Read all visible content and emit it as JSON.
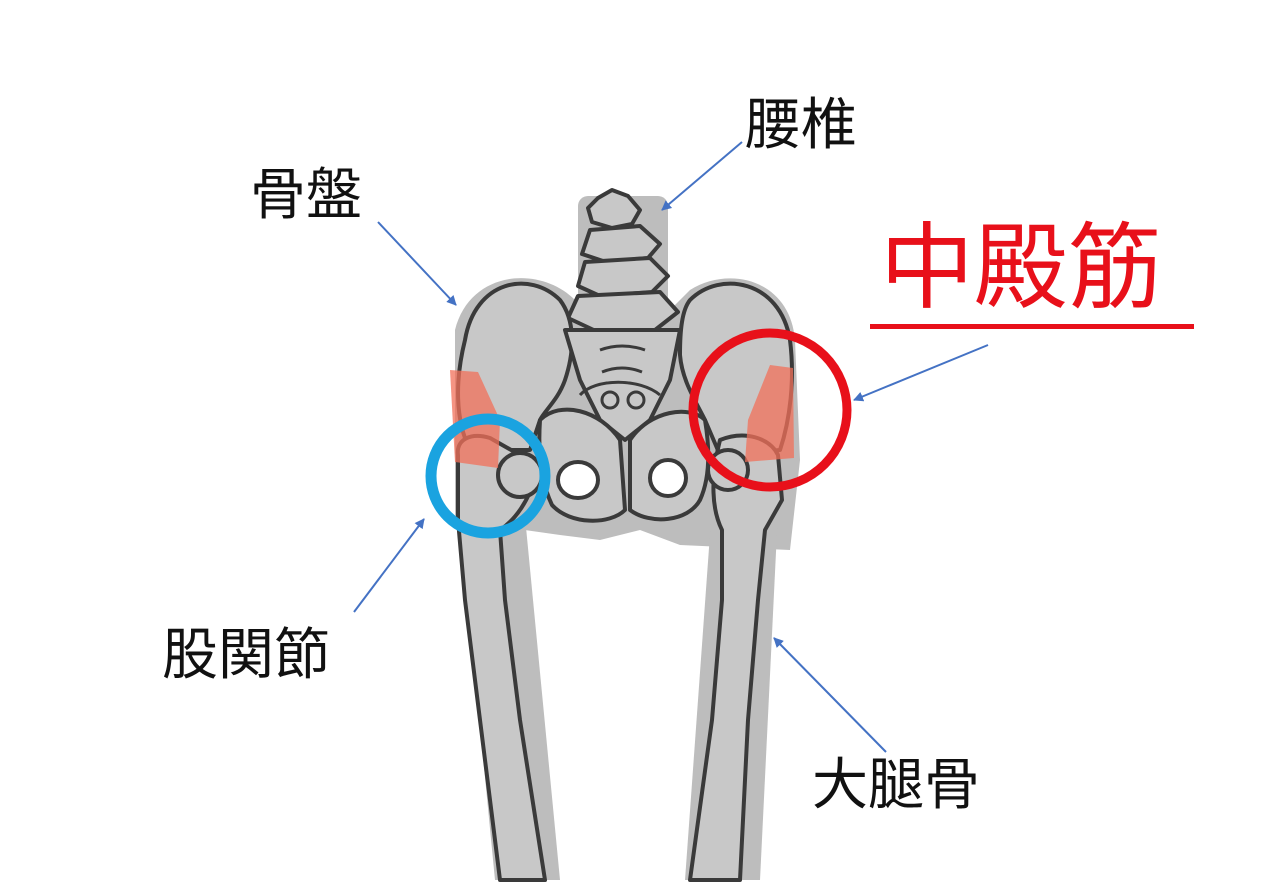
{
  "labels": {
    "lumbar": "腰椎",
    "pelvis": "骨盤",
    "hip_joint": "股関節",
    "femur": "大腿骨",
    "gluteus_medius": "中殿筋"
  },
  "colors": {
    "bone_fill": "#c8c8c8",
    "bone_shadow": "#bdbdbd",
    "bone_outline": "#3a3a3a",
    "arrow": "#4472c4",
    "highlight_muscle": "#e8101a",
    "hip_ring": "#1aa3e0",
    "muscle_patch": "#f2705a",
    "text": "#111111"
  }
}
